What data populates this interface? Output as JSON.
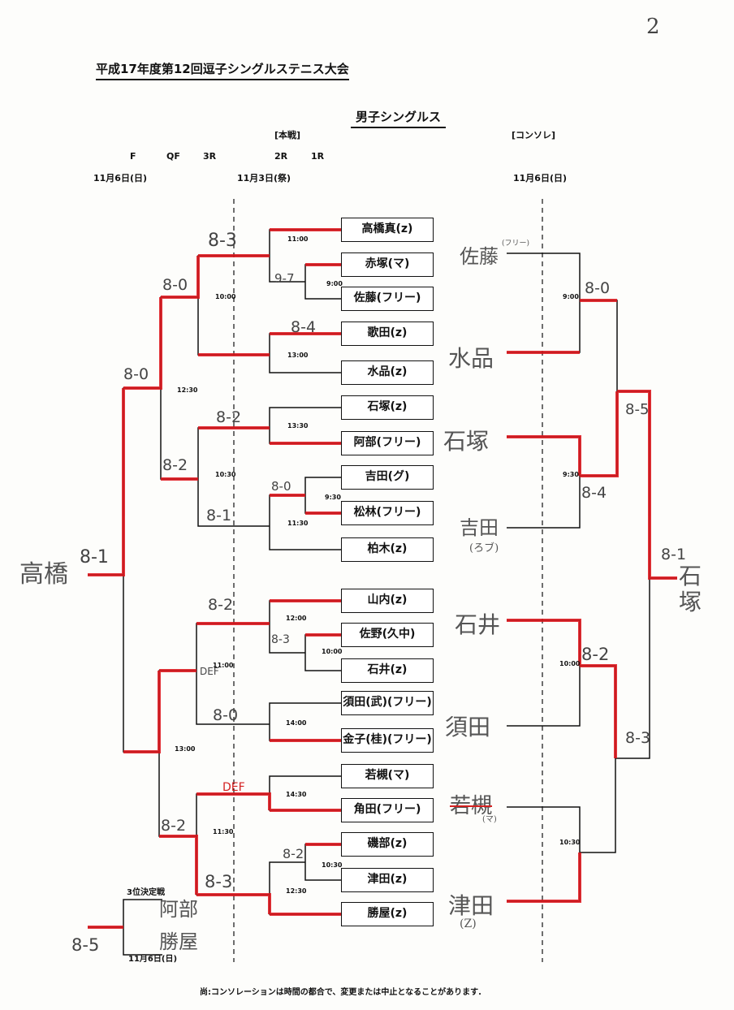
{
  "header": {
    "page_number": "2",
    "title": "平成17年度第12回逗子シングルステニス大会",
    "subtitle": "男子シングルス",
    "main_draw_label": "[本戦]",
    "consolation_label": "[コンソレ]",
    "rounds": {
      "f": "F",
      "qf": "QF",
      "r3": "3R",
      "r2": "2R",
      "r1": "1R"
    },
    "date_left": "11月6日(日)",
    "date_mid": "11月3日(祭)",
    "date_right": "11月6日(日)"
  },
  "players": [
    "高橋真(z)",
    "赤塚(マ)",
    "佐藤(フリー)",
    "歌田(z)",
    "水品(z)",
    "石塚(z)",
    "阿部(フリー)",
    "吉田(グ)",
    "松林(フリー)",
    "柏木(z)",
    "山内(z)",
    "佐野(久中)",
    "石井(z)",
    "須田(武)(フリー)",
    "金子(桂)(フリー)",
    "若槻(マ)",
    "角田(フリー)",
    "磯部(z)",
    "津田(z)",
    "勝屋(z)"
  ],
  "times": {
    "t1100a": "11:00",
    "t900a": "9:00",
    "t1000a": "10:00",
    "t1300a": "13:00",
    "t1230": "12:30",
    "t1330": "13:30",
    "t1030a": "10:30",
    "t930a": "9:30",
    "t1130a": "11:30",
    "t1200": "12:00",
    "t1000b": "10:00",
    "t1100b": "11:00",
    "t1400": "14:00",
    "t1300b": "13:00",
    "t1430": "14:30",
    "t1130b": "11:30",
    "t1030b": "10:30",
    "t1230b": "12:30",
    "c900": "9:00",
    "c930": "9:30",
    "c1000": "10:00",
    "c1030": "10:30"
  },
  "scores": {
    "s1": "8-3",
    "s2": "9-7",
    "s3": "8-0",
    "s4": "8-4",
    "s5": "8-0",
    "s6": "8-2",
    "s7": "8-2",
    "s8": "8-0",
    "s9": "8-1",
    "s10": "8-1",
    "s11": "8-2",
    "s12": "8-3",
    "s13": "DEF",
    "s14": "8-0",
    "s15": "DEF",
    "s16": "8-2",
    "s17": "8-2",
    "s18": "8-3",
    "s19": "8-5",
    "c1": "8-0",
    "c2": "8-5",
    "c3": "8-4",
    "c4": "8-1",
    "c5": "8-2",
    "c6": "8-3"
  },
  "winner_handwritten": "高橋",
  "consolation_names": {
    "n1": "佐藤",
    "n1_note": "(フリー)",
    "n2": "水品",
    "n3": "石塚",
    "n4": "吉田",
    "n4_note": "(ろブ)",
    "n5": "石井",
    "n6": "須田",
    "n7": "若槻",
    "n7_note": "(マ)",
    "n8": "津田",
    "n8_note": "(Z)",
    "champion": "石塚"
  },
  "third_place": {
    "label": "3位決定戦",
    "names": "阿部",
    "names2": "勝屋",
    "date": "11月6日(日)"
  },
  "footer": "尚:コンソレーションは時間の都合で、変更または中止となることがあります."
}
